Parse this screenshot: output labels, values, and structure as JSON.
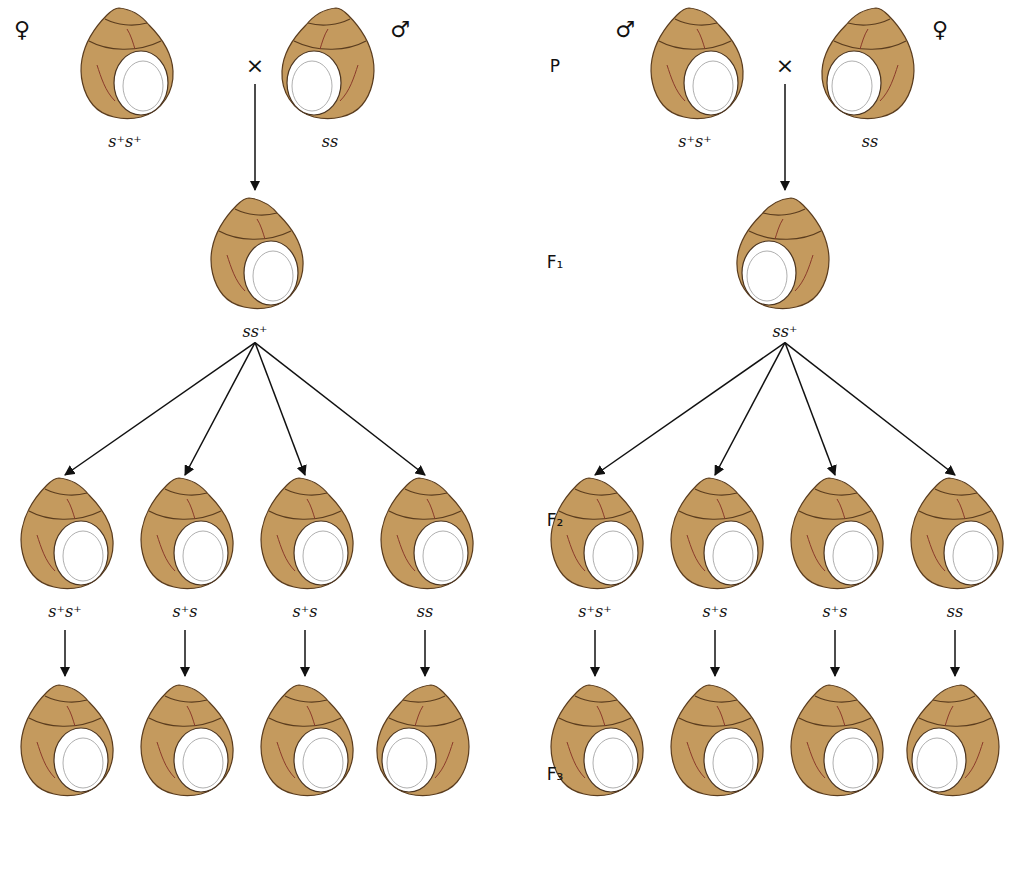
{
  "diagram": {
    "nodes": [
      {
        "text": [
          "s⁺s⁺"
        ]
      },
      {
        "text": [
          "ss"
        ]
      },
      {
        "text": [
          "s⁺s⁺"
        ]
      },
      {
        "text": [
          "ss"
        ]
      },
      {
        "text": [
          "ss⁺"
        ]
      },
      {
        "text": [
          "ss⁺"
        ]
      },
      {
        "text": [
          "s⁺s⁺"
        ]
      },
      {
        "text": [
          "s⁺s"
        ]
      },
      {
        "text": [
          "s⁺s"
        ]
      },
      {
        "text": [
          "ss"
        ]
      },
      {
        "text": [
          "s⁺s⁺"
        ]
      },
      {
        "text": [
          "s⁺s"
        ]
      },
      {
        "text": [
          "s⁺s"
        ]
      },
      {
        "text": [
          "ss"
        ]
      }
    ],
    "edges": [
      {
        "from": 4,
        "to": 6,
        "arrow": "to"
      },
      {
        "from": 4,
        "to": 7,
        "arrow": "to"
      },
      {
        "from": 4,
        "to": 8,
        "arrow": "to"
      },
      {
        "from": 4,
        "to": 9,
        "arrow": "to"
      },
      {
        "from": 5,
        "to": 10,
        "arrow": "to"
      },
      {
        "from": 5,
        "to": 11,
        "arrow": "to"
      },
      {
        "from": 5,
        "to": 12,
        "arrow": "to"
      },
      {
        "from": 5,
        "to": 13,
        "arrow": "to"
      }
    ],
    "labels": [
      "♀",
      "×",
      "♂",
      "P",
      "♂",
      "×",
      "♀",
      "F₁",
      "F₂",
      "F₃"
    ]
  }
}
